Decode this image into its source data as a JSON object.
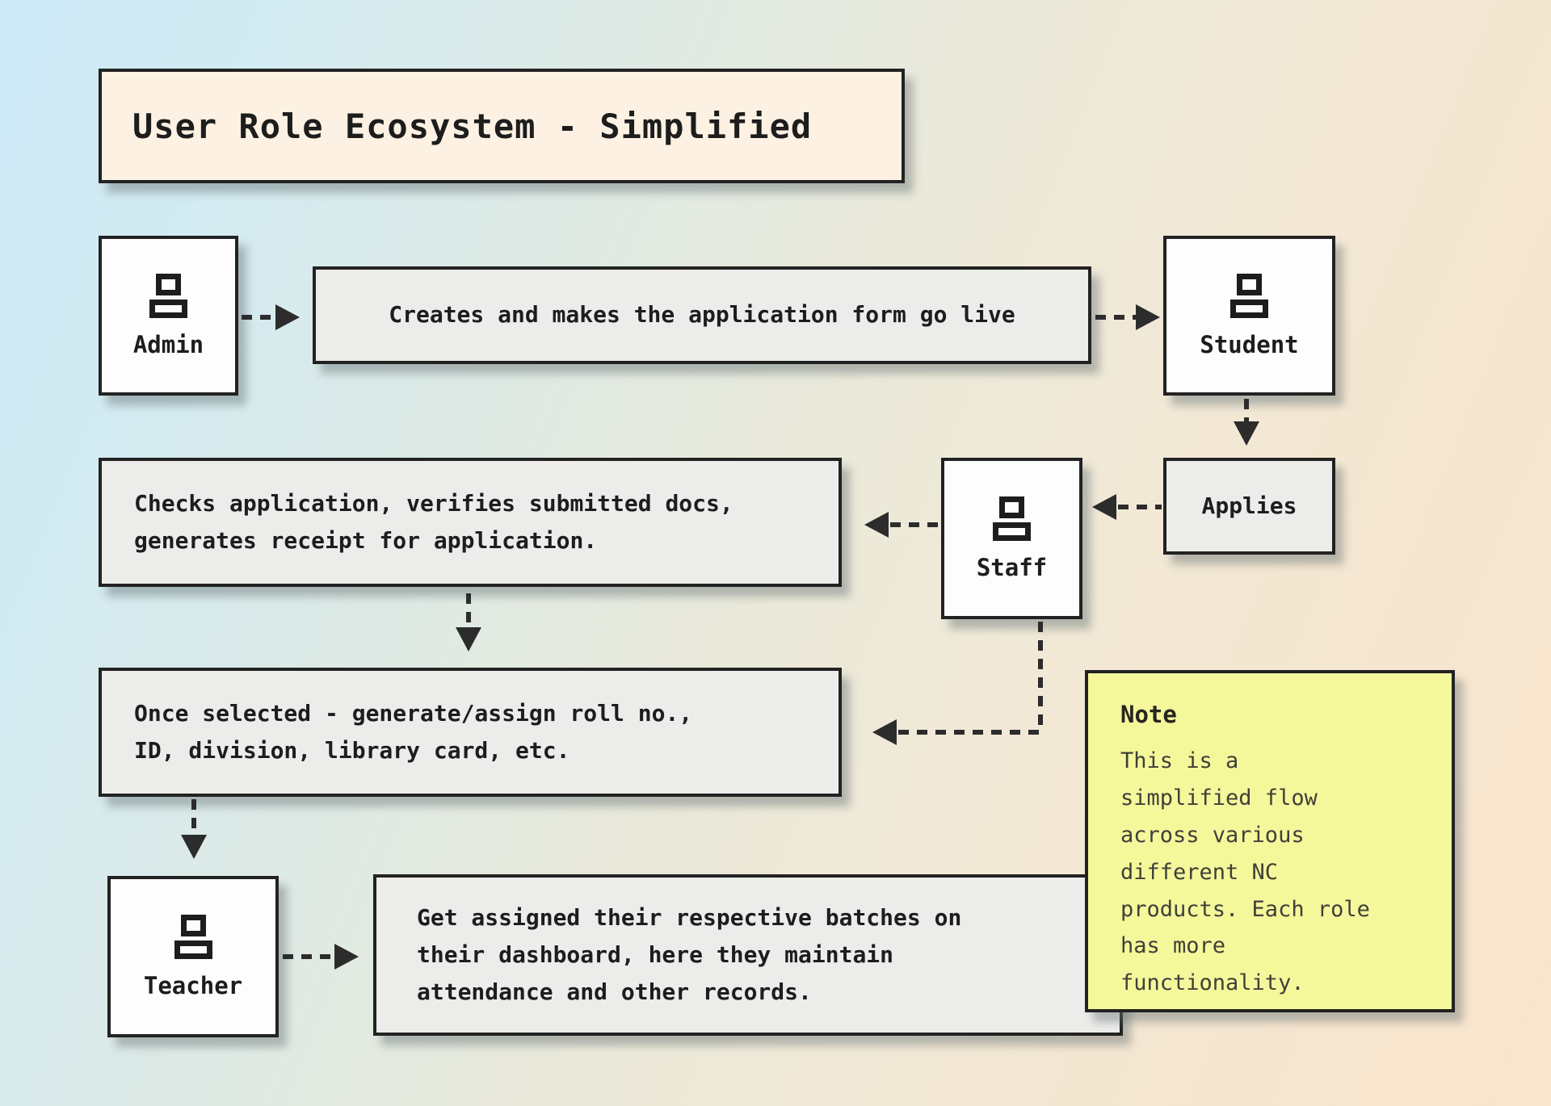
{
  "diagram": {
    "title": "User Role Ecosystem - Simplified",
    "roles": {
      "admin": "Admin",
      "student": "Student",
      "staff": "Staff",
      "teacher": "Teacher"
    },
    "processes": {
      "creates": "Creates and makes the application form go live",
      "applies": "Applies",
      "checks": "Checks application, verifies submitted docs,\ngenerates receipt for application.",
      "assign": "Once selected - generate/assign roll no.,\nID, division, library card, etc.",
      "batches": "Get assigned their respective batches on\ntheir dashboard, here they maintain\nattendance and other records."
    },
    "note": {
      "heading": "Note",
      "body": "This is a\nsimplified flow\nacross various\ndifferent NC\nproducts. Each role\nhas more\nfunctionality."
    },
    "colors": {
      "background_left": "#cdeaf7",
      "background_right": "#fae5cd",
      "title_box": "#fcf1e2",
      "role_box": "#fdfdfd",
      "process_box": "#ececea",
      "note_box": "#f5f79b",
      "border": "#222222",
      "arrow": "#2c2c2c"
    }
  }
}
